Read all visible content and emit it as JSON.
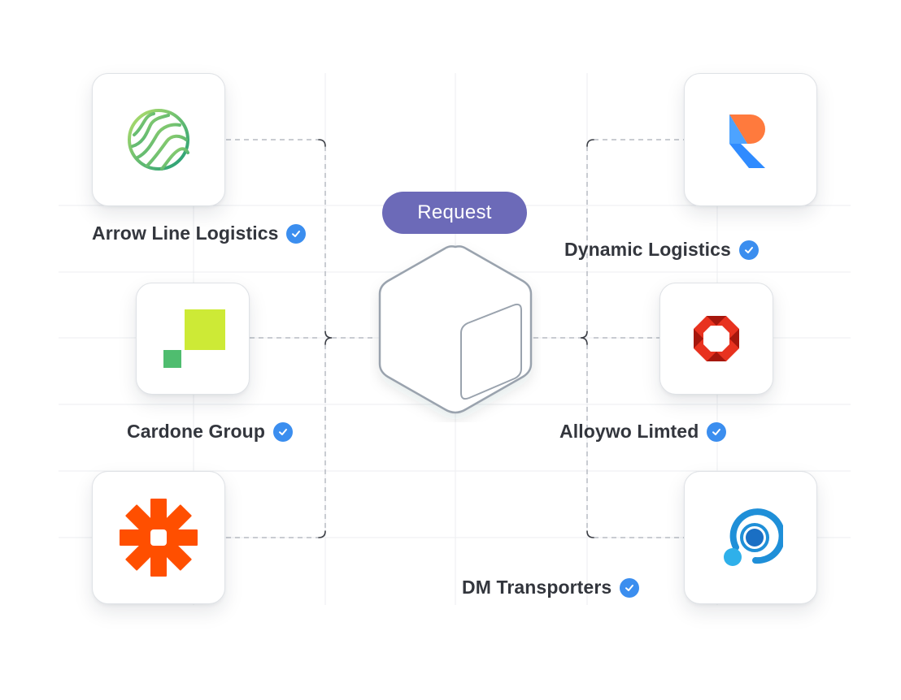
{
  "request_label": "Request",
  "left_partners": [
    {
      "name": "Arrow Line Logistics",
      "logo": "green-wavy-circle-icon"
    },
    {
      "name": "Cardone Group",
      "logo": "green-squares-icon"
    },
    {
      "name": "",
      "logo": "orange-asterisk-icon"
    }
  ],
  "right_partners": [
    {
      "name": "Dynamic Logistics",
      "logo": "r-letter-logo-icon"
    },
    {
      "name": "Alloywo Limted",
      "logo": "red-octagon-icon"
    },
    {
      "name": "DM Transporters",
      "logo": "blue-circle-logo-icon"
    }
  ],
  "verified_icon": "check-badge-icon",
  "colors": {
    "request_pill": "#6c6ab8",
    "check_badge": "#3b8eef",
    "connector": "#b7bcc3",
    "hub_outline": "#9aa3ae"
  }
}
